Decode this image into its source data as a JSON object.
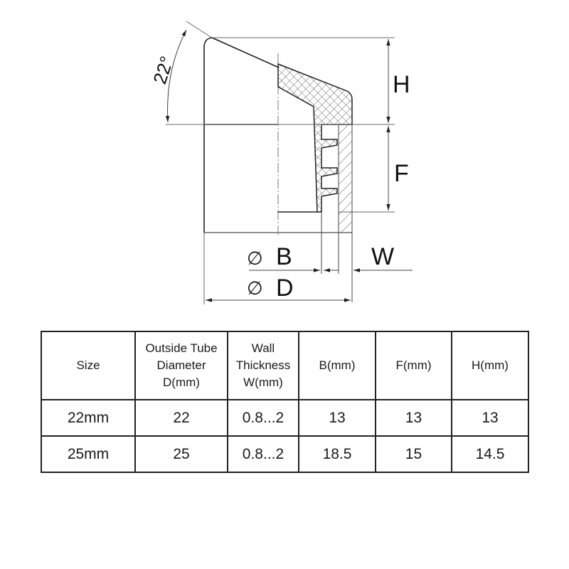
{
  "drawing": {
    "angle_label": "22°",
    "dimension_labels": {
      "H": "H",
      "F": "F",
      "B": "B",
      "D": "D",
      "W": "W",
      "diameter_symbol": "∅"
    },
    "colors": {
      "line": "#222222",
      "thin_line": "#555555",
      "background": "#ffffff"
    }
  },
  "table": {
    "headers": [
      {
        "lines": [
          "Size"
        ]
      },
      {
        "lines": [
          "Outside Tube",
          "Diameter",
          "D(mm)"
        ]
      },
      {
        "lines": [
          "Wall",
          "Thickness",
          "W(mm)"
        ]
      },
      {
        "lines": [
          "B(mm)"
        ]
      },
      {
        "lines": [
          "F(mm)"
        ]
      },
      {
        "lines": [
          "H(mm)"
        ]
      }
    ],
    "rows": [
      {
        "size": "22mm",
        "d": "22",
        "w": "0.8...2",
        "b": "13",
        "f": "13",
        "h": "13"
      },
      {
        "size": "25mm",
        "d": "25",
        "w": "0.8...2",
        "b": "18.5",
        "f": "15",
        "h": "14.5"
      }
    ]
  }
}
